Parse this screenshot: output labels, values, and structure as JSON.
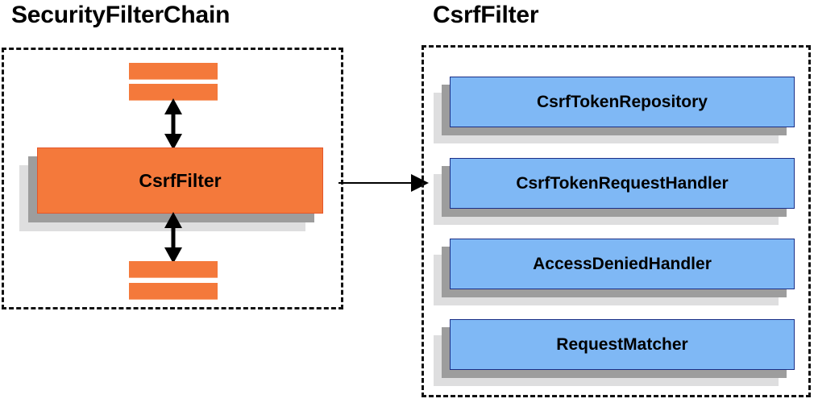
{
  "diagram": {
    "title_left": "SecurityFilterChain",
    "title_right": "CsrfFilter",
    "left_panel": {
      "main_box_label": "CsrfFilter",
      "main_box_color": "#f4793b",
      "stub_color": "#f4793b",
      "stub_count_top": 2,
      "stub_count_bottom": 2,
      "arrow_up_name": "bidirectional-arrow",
      "arrow_down_name": "bidirectional-arrow"
    },
    "connector": {
      "direction": "left-to-right",
      "color": "#000000"
    },
    "right_panel": {
      "box_color": "#7fb8f5",
      "box_border_color": "#1b2f86",
      "boxes": [
        {
          "label": "CsrfTokenRepository"
        },
        {
          "label": "CsrfTokenRequestHandler"
        },
        {
          "label": "AccessDeniedHandler"
        },
        {
          "label": "RequestMatcher"
        }
      ]
    },
    "colors": {
      "orange": "#f4793b",
      "orange_border": "#e4562a",
      "blue": "#7fb8f5",
      "blue_border": "#1b2f86",
      "shadow_near": "#9d9d9d",
      "shadow_far": "#dededf",
      "outline": "#111111",
      "text": "#000000",
      "background": "#ffffff"
    }
  }
}
